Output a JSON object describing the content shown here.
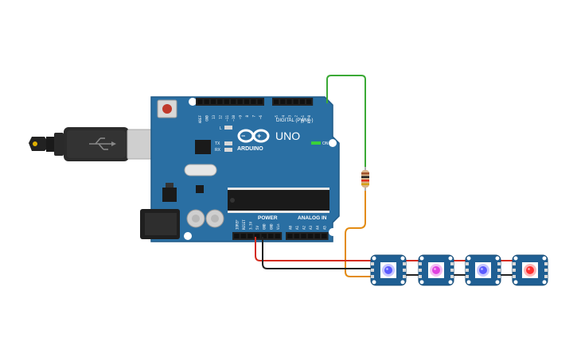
{
  "board": {
    "model": "UNO",
    "brand": "ARDUINO",
    "colors": {
      "pcb": "#2a6fa3",
      "pcb_edge": "#1f5a88",
      "header": "#222222",
      "chip": "#1a1a1a"
    }
  },
  "labels": {
    "digital": "DIGITAL (PWM~)",
    "power": "POWER",
    "analog": "ANALOG IN",
    "on": "ON",
    "led_l": "L",
    "led_tx": "TX",
    "led_rx": "RX",
    "digital_pins": [
      "AREF",
      "GND",
      "13",
      "12",
      "~11",
      "~10",
      "~9",
      "8",
      "7",
      "~6",
      "~5",
      "4",
      "~3",
      "2",
      "TX→1",
      "RX←0"
    ],
    "power_pins": [
      "IOREF",
      "RESET",
      "3.3V",
      "5V",
      "GND",
      "GND",
      "Vin"
    ],
    "analog_pins": [
      "A0",
      "A1",
      "A2",
      "A3",
      "A4",
      "A5"
    ]
  },
  "wires": [
    {
      "name": "data-wire-green",
      "color": "#3aa935"
    },
    {
      "name": "data-wire-orange",
      "color": "#e38b12"
    },
    {
      "name": "power-wire-5v",
      "color": "#d42b1e"
    },
    {
      "name": "ground-wire",
      "color": "#222222"
    }
  ],
  "resistor": {
    "bands": [
      "#a0522d",
      "#222222",
      "#e0301e",
      "#d4a017"
    ]
  },
  "neopixels": [
    {
      "name": "neopixel-1",
      "led_color": "#5b5bff"
    },
    {
      "name": "neopixel-2",
      "led_color": "#e040e0"
    },
    {
      "name": "neopixel-3",
      "led_color": "#5b5bff"
    },
    {
      "name": "neopixel-4",
      "led_color": "#ff3030"
    }
  ]
}
